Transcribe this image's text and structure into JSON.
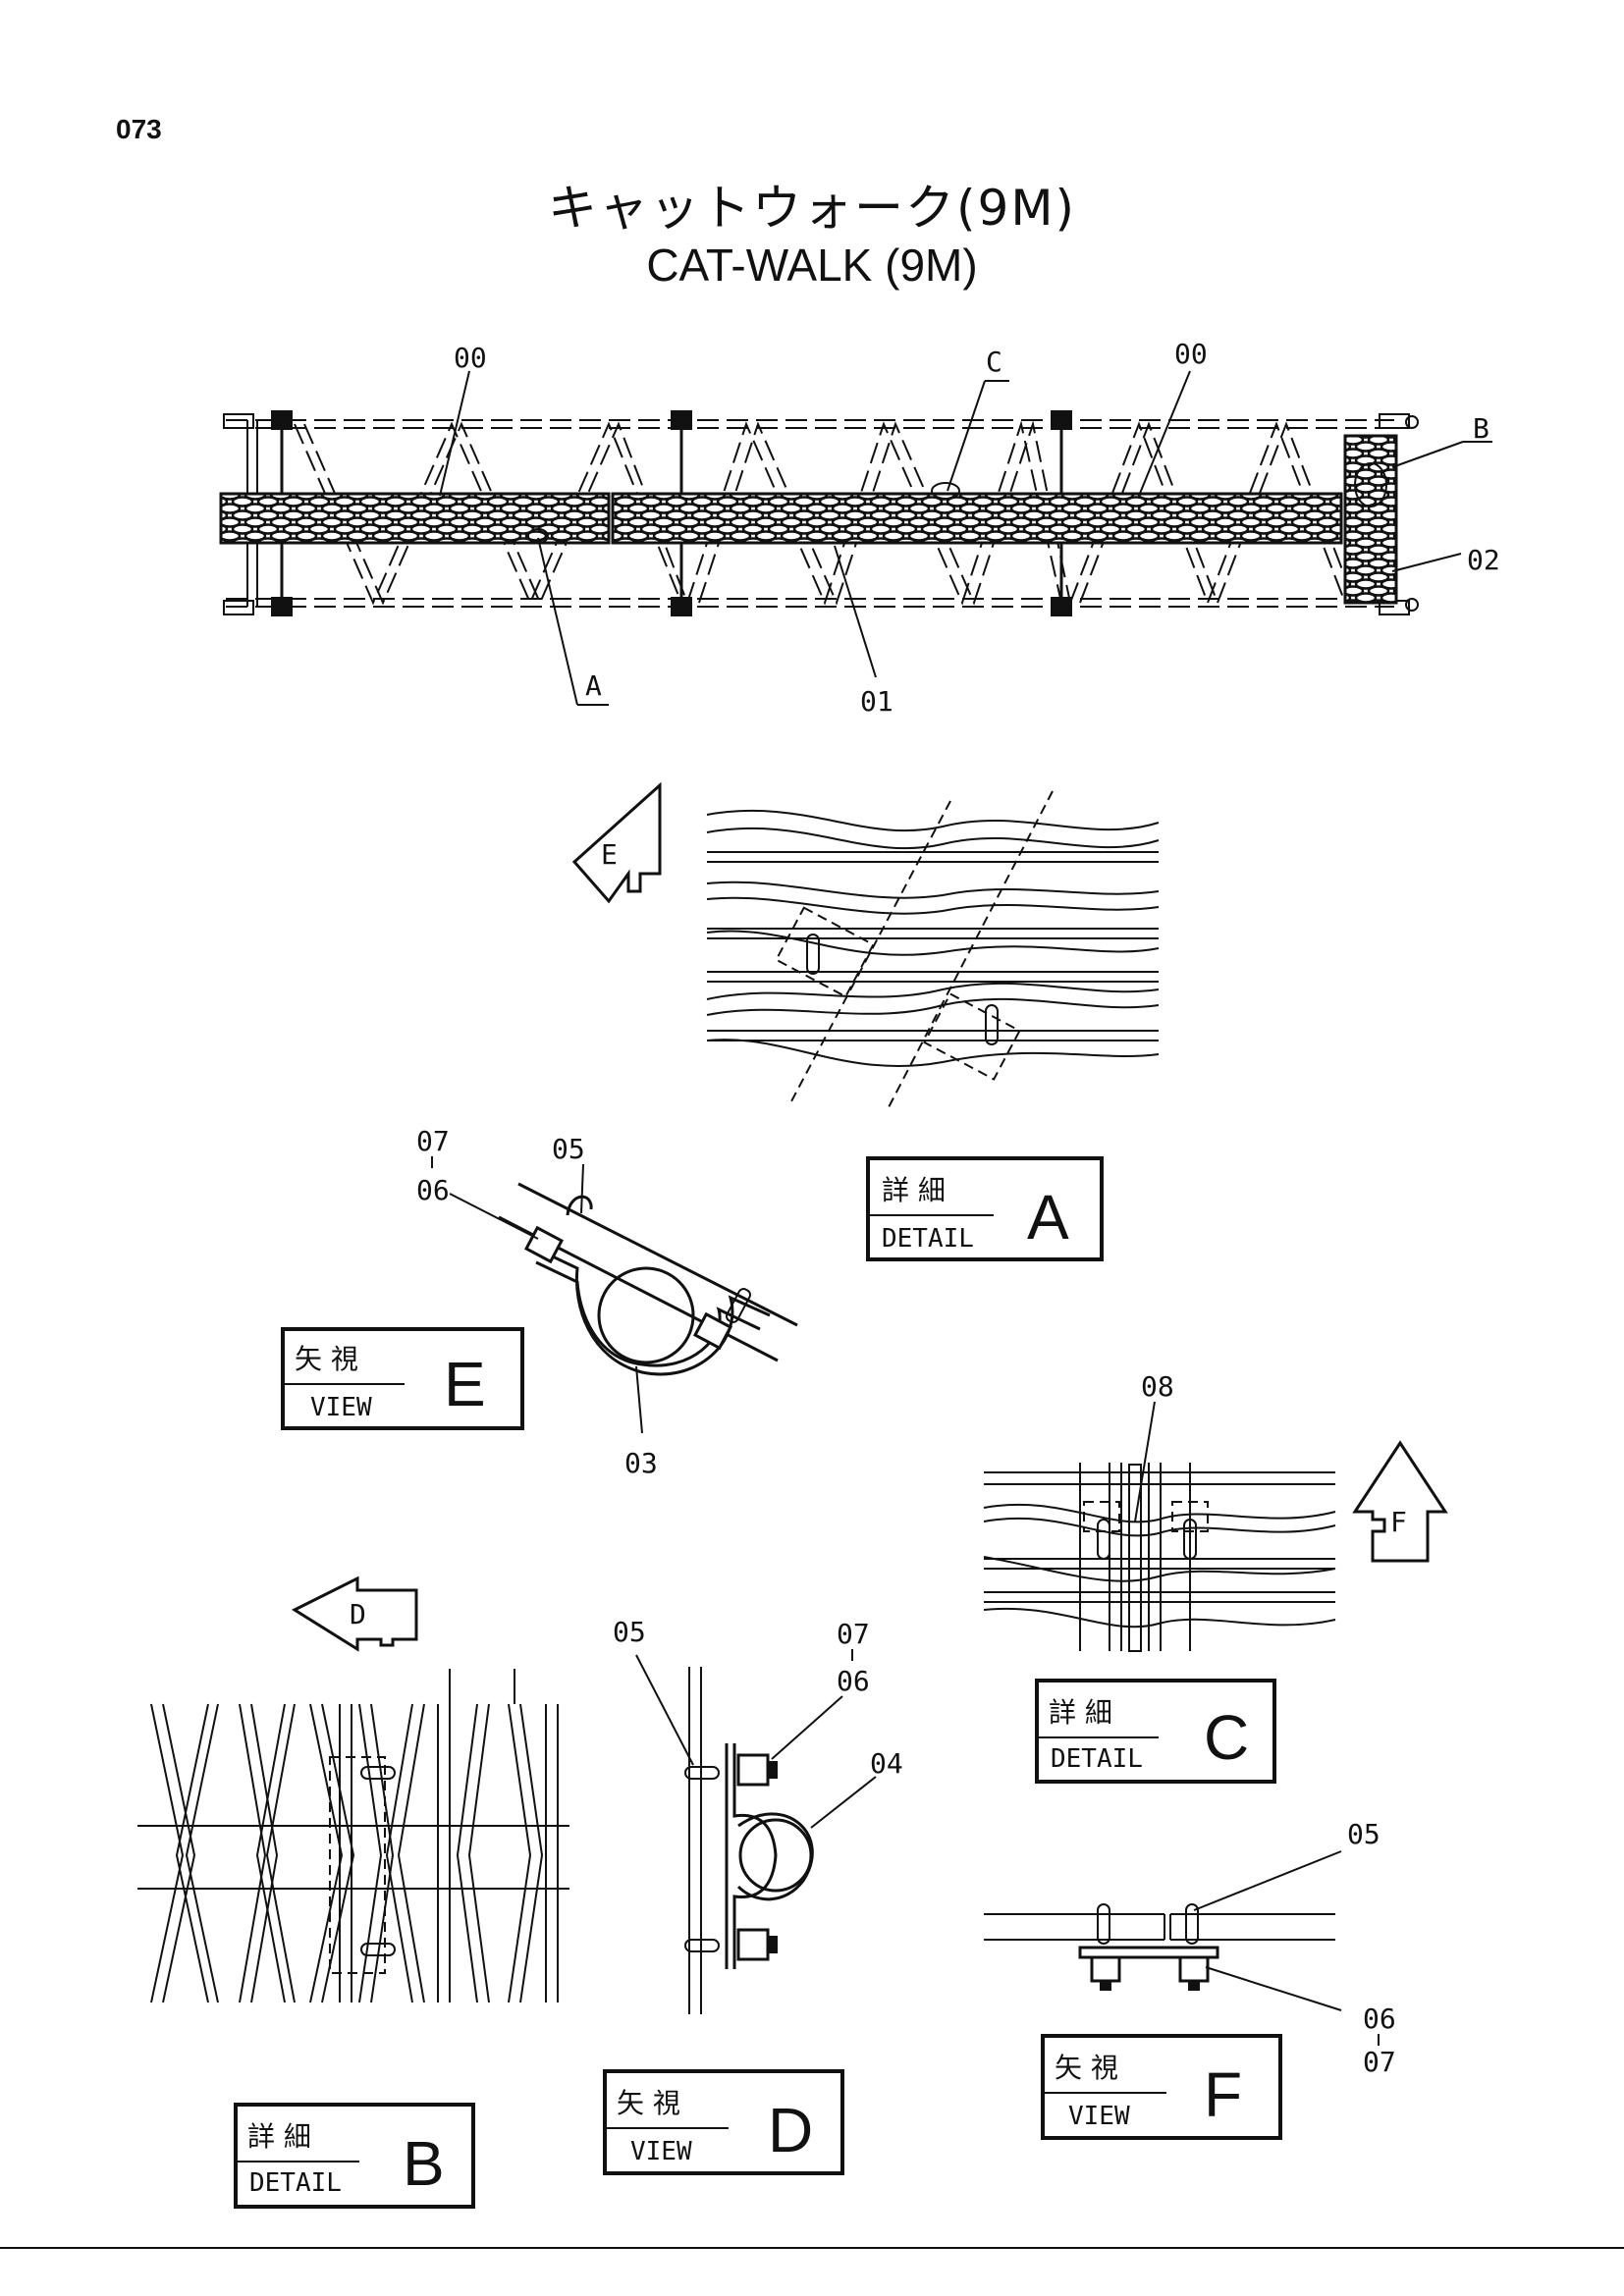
{
  "page_number": "073",
  "title": {
    "jp": "キャットウォーク(9M)",
    "en": "CAT-WALK (9M)"
  },
  "callouts": {
    "main_00_left": "00",
    "main_c": "C",
    "main_00_right": "00",
    "main_b": "B",
    "main_02": "02",
    "main_a": "A",
    "main_01": "01",
    "e_05": "05",
    "e_07": "07",
    "e_06": "06",
    "e_03": "03",
    "c_08": "08",
    "d_05": "05",
    "d_07": "07",
    "d_06": "06",
    "d_04": "04",
    "f_05": "05",
    "f_06": "06",
    "f_07": "07"
  },
  "arrows": {
    "e": "E",
    "d": "D",
    "f": "F"
  },
  "labels": {
    "detail_a": {
      "jp": "詳 細",
      "en": "DETAIL",
      "letter": "A"
    },
    "view_e": {
      "jp": "矢 視",
      "en": "VIEW",
      "letter": "E"
    },
    "detail_c": {
      "jp": "詳 細",
      "en": "DETAIL",
      "letter": "C"
    },
    "detail_b": {
      "jp": "詳 細",
      "en": "DETAIL",
      "letter": "B"
    },
    "view_d": {
      "jp": "矢 視",
      "en": "VIEW",
      "letter": "D"
    },
    "view_f": {
      "jp": "矢 視",
      "en": "VIEW",
      "letter": "F"
    }
  }
}
